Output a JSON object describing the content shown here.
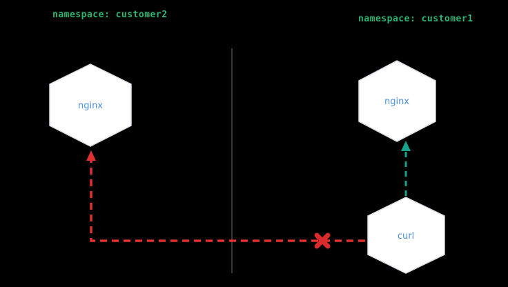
{
  "diagram": {
    "left_namespace_label": "namespace: customer2",
    "right_namespace_label": "namespace: customer1",
    "nodes": {
      "nginx_customer2": "nginx",
      "nginx_customer1": "nginx",
      "curl": "curl"
    },
    "connections": {
      "curl_to_nginx_customer1": "allowed",
      "curl_to_nginx_customer2": "blocked"
    }
  },
  "colors": {
    "background": "#000000",
    "namespace_label": "#2bb673",
    "node_fill": "#ffffff",
    "node_label": "#4e8fd9",
    "divider": "#6e6e6e",
    "allowed_arrow": "#17a28b",
    "blocked_arrow": "#e03131",
    "blocked_x": "#d92b2b"
  }
}
